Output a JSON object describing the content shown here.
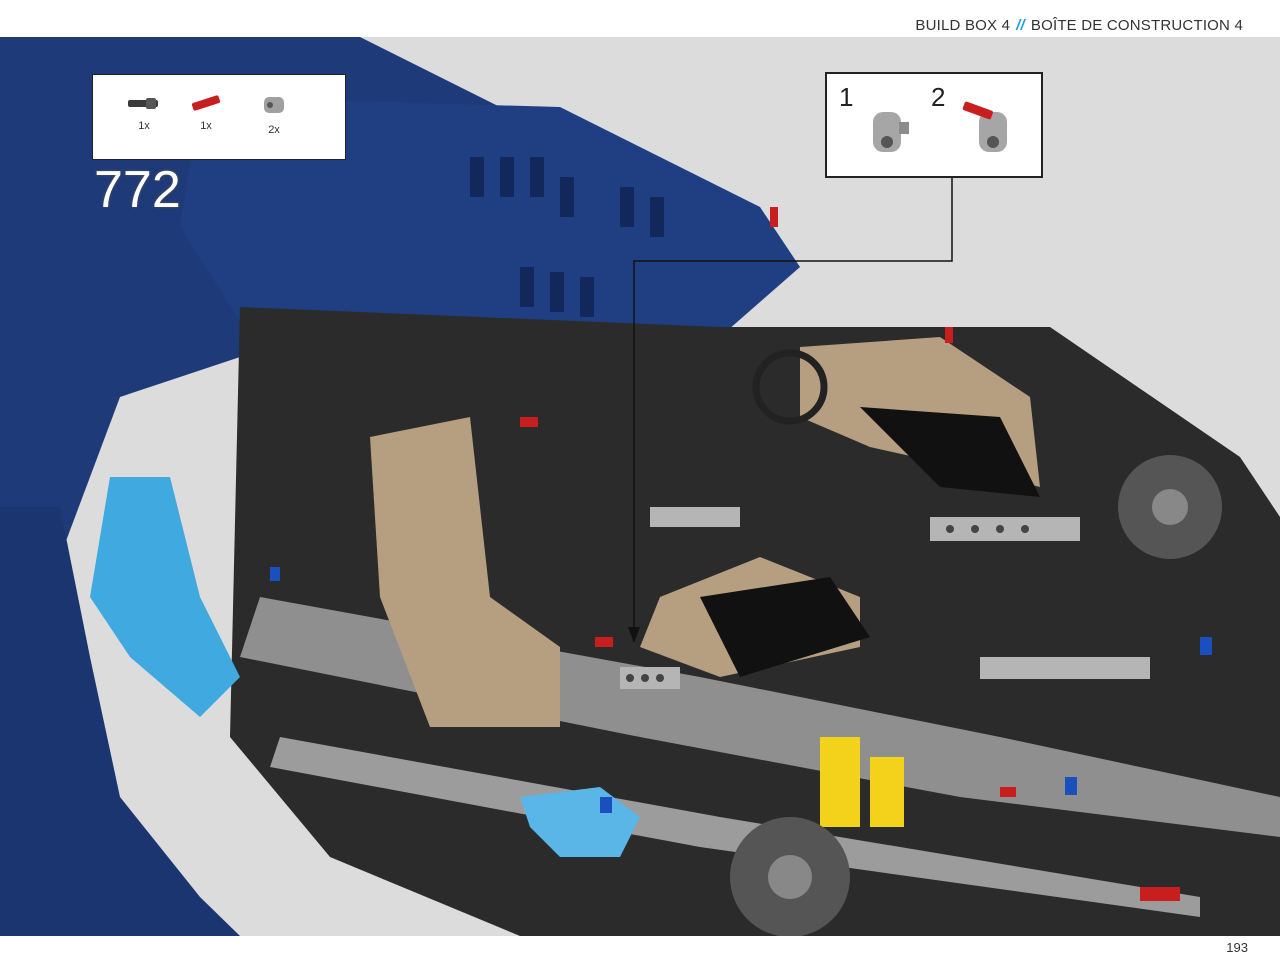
{
  "header": {
    "left": "BUILD BOX 4",
    "separator": "//",
    "right": "BOÎTE DE CONSTRUCTION 4"
  },
  "step": {
    "number": "772"
  },
  "parts": [
    {
      "name": "black-blue-pin-connector",
      "color": "#3a3a3a",
      "qty": "1x"
    },
    {
      "name": "red-axle-pin",
      "color": "#c81e1e",
      "qty": "1x"
    },
    {
      "name": "light-gray-connector",
      "color": "#a0a0a0",
      "qty": "2x"
    }
  ],
  "substeps": [
    {
      "label": "1"
    },
    {
      "label": "2"
    }
  ],
  "colors": {
    "body_blue": "#1e3a78",
    "tan": "#b59f80",
    "dark_gray": "#2b2b2b",
    "light_gray": "#a8a8a8",
    "yellow": "#f2d21a",
    "azure": "#3fa9e0",
    "red": "#c81e1e",
    "background": "#dcdcdc"
  },
  "page": {
    "number": "193"
  }
}
